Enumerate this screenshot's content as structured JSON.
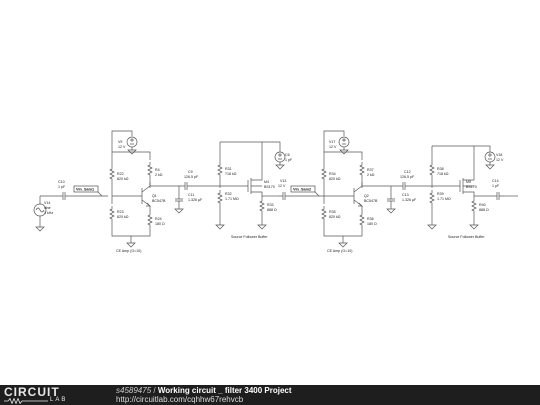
{
  "footer": {
    "logo_top": "CIRCUIT",
    "logo_bottom": "LAB",
    "circuit_id": "s4589475",
    "separator": "/",
    "title": "Working circuit _ filter 3400 Project",
    "url": "http://circuitlab.com/cqhhw67rehvcb"
  },
  "source": {
    "name": "V14",
    "type": "sine",
    "freq": "1 kHz"
  },
  "components": [
    {
      "id": "c10",
      "name": "C10",
      "value": "1 pF"
    },
    {
      "id": "v9",
      "name": "V9",
      "value": "12 V"
    },
    {
      "id": "r22",
      "name": "R22",
      "value": "820 kΩ"
    },
    {
      "id": "r4",
      "name": "R4",
      "value": "2 kΩ"
    },
    {
      "id": "q1",
      "name": "Q1",
      "value": "BC547B"
    },
    {
      "id": "r23",
      "name": "R23",
      "value": "820 kΩ"
    },
    {
      "id": "r24",
      "name": "R24",
      "value": "180 Ω"
    },
    {
      "id": "c9",
      "name": "C9",
      "value": "126.5 pF"
    },
    {
      "id": "c11",
      "name": "C11",
      "value": "1.326 µF"
    },
    {
      "id": "r31",
      "name": "R31",
      "value": "718 kΩ"
    },
    {
      "id": "r32",
      "name": "R32",
      "value": "1.71 MΩ"
    },
    {
      "id": "m4",
      "name": "M4",
      "value": "BS170"
    },
    {
      "id": "r33",
      "name": "R33",
      "value": "888 Ω"
    },
    {
      "id": "v13",
      "name": "V13",
      "value": "12 V"
    },
    {
      "id": "c6",
      "name": "C6",
      "value": "1 pF"
    },
    {
      "id": "v17",
      "name": "V17",
      "value": "12 V"
    },
    {
      "id": "r34",
      "name": "R34",
      "value": "820 kΩ"
    },
    {
      "id": "r37",
      "name": "R37",
      "value": "2 kΩ"
    },
    {
      "id": "q2",
      "name": "Q2",
      "value": "BC547B"
    },
    {
      "id": "r35",
      "name": "R35",
      "value": "820 kΩ"
    },
    {
      "id": "r36",
      "name": "R36",
      "value": "180 Ω"
    },
    {
      "id": "c12",
      "name": "C12",
      "value": "126.5 pF"
    },
    {
      "id": "c13",
      "name": "C13",
      "value": "1.326 µF"
    },
    {
      "id": "r38",
      "name": "R38",
      "value": "718 kΩ"
    },
    {
      "id": "r39",
      "name": "R39",
      "value": "1.71 MΩ"
    },
    {
      "id": "m5",
      "name": "M5",
      "value": "BS170"
    },
    {
      "id": "r40",
      "name": "R40",
      "value": "888 Ω"
    },
    {
      "id": "v18",
      "name": "V18",
      "value": "12 V"
    },
    {
      "id": "c14",
      "name": "C14",
      "value": "1 pF"
    }
  ],
  "net_tags": [
    {
      "id": "vin1",
      "label": "Vin_Sam1"
    },
    {
      "id": "vin2",
      "label": "Vin_Sam2"
    }
  ],
  "stage_captions": [
    {
      "id": "ce1",
      "text": "CE Amp (G=10)"
    },
    {
      "id": "sf1",
      "text": "Source Follower Buffer"
    },
    {
      "id": "ce2",
      "text": "CE Amp (G=10)"
    },
    {
      "id": "sf2",
      "text": "Source Follower Buffer"
    }
  ]
}
